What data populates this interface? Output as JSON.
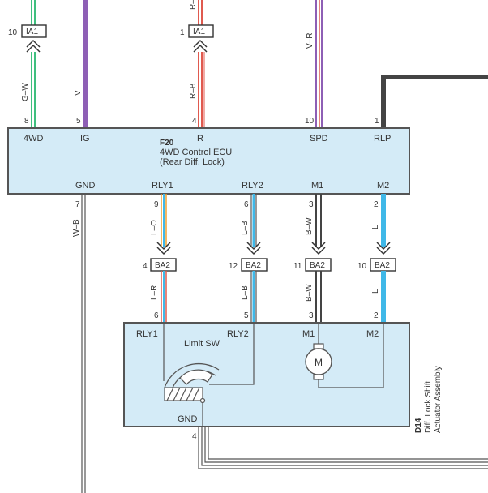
{
  "ecu": {
    "code": "F20",
    "name": "4WD Control ECU",
    "sub": "(Rear Diff.  Lock)",
    "top_terms": [
      "4WD",
      "IG",
      "R",
      "SPD",
      "RLP"
    ],
    "top_pins": [
      "8",
      "5",
      "4",
      "10",
      "1"
    ],
    "bottom_terms": [
      "GND",
      "RLY1",
      "RLY2",
      "M1",
      "M2"
    ],
    "bottom_pins": [
      "7",
      "9",
      "6",
      "3",
      "2"
    ]
  },
  "top_connectors": [
    {
      "pin": "10",
      "name": "IA1",
      "wire": "G–W"
    },
    {
      "pin": "1",
      "name": "IA1",
      "wire": "R–B"
    }
  ],
  "top_wire_labels": {
    "left_top": "",
    "ig": "V",
    "r_top": "R–",
    "spd": "V–R"
  },
  "ecu_wire_labels": [
    "L–O",
    "L–B",
    "B–W",
    "L"
  ],
  "gnd_wire_label": "W–B",
  "mid_connectors": [
    {
      "pin": "4",
      "name": "BA2",
      "wire": "L–R"
    },
    {
      "pin": "12",
      "name": "BA2",
      "wire": "L–B"
    },
    {
      "pin": "11",
      "name": "BA2",
      "wire": "B–W"
    },
    {
      "pin": "10",
      "name": "BA2",
      "wire": "L"
    }
  ],
  "actuator": {
    "code": "D14",
    "name_line1": "Diff.  Lock Shift",
    "name_line2": "Actuator Assembly",
    "terms": [
      "RLY1",
      "RLY2",
      "M1",
      "M2"
    ],
    "top_pins": [
      "6",
      "5",
      "3",
      "2"
    ],
    "limit_sw": "Limit SW",
    "motor": "M",
    "gnd": "GND",
    "gnd_pin": "4"
  },
  "colors": {
    "green": "#3fbf7f",
    "purple": "#8e5fb5",
    "red": "#e05a4f",
    "blue": "#3fb8e8",
    "dark": "#444444",
    "box_fill": "#d4ebf7"
  }
}
